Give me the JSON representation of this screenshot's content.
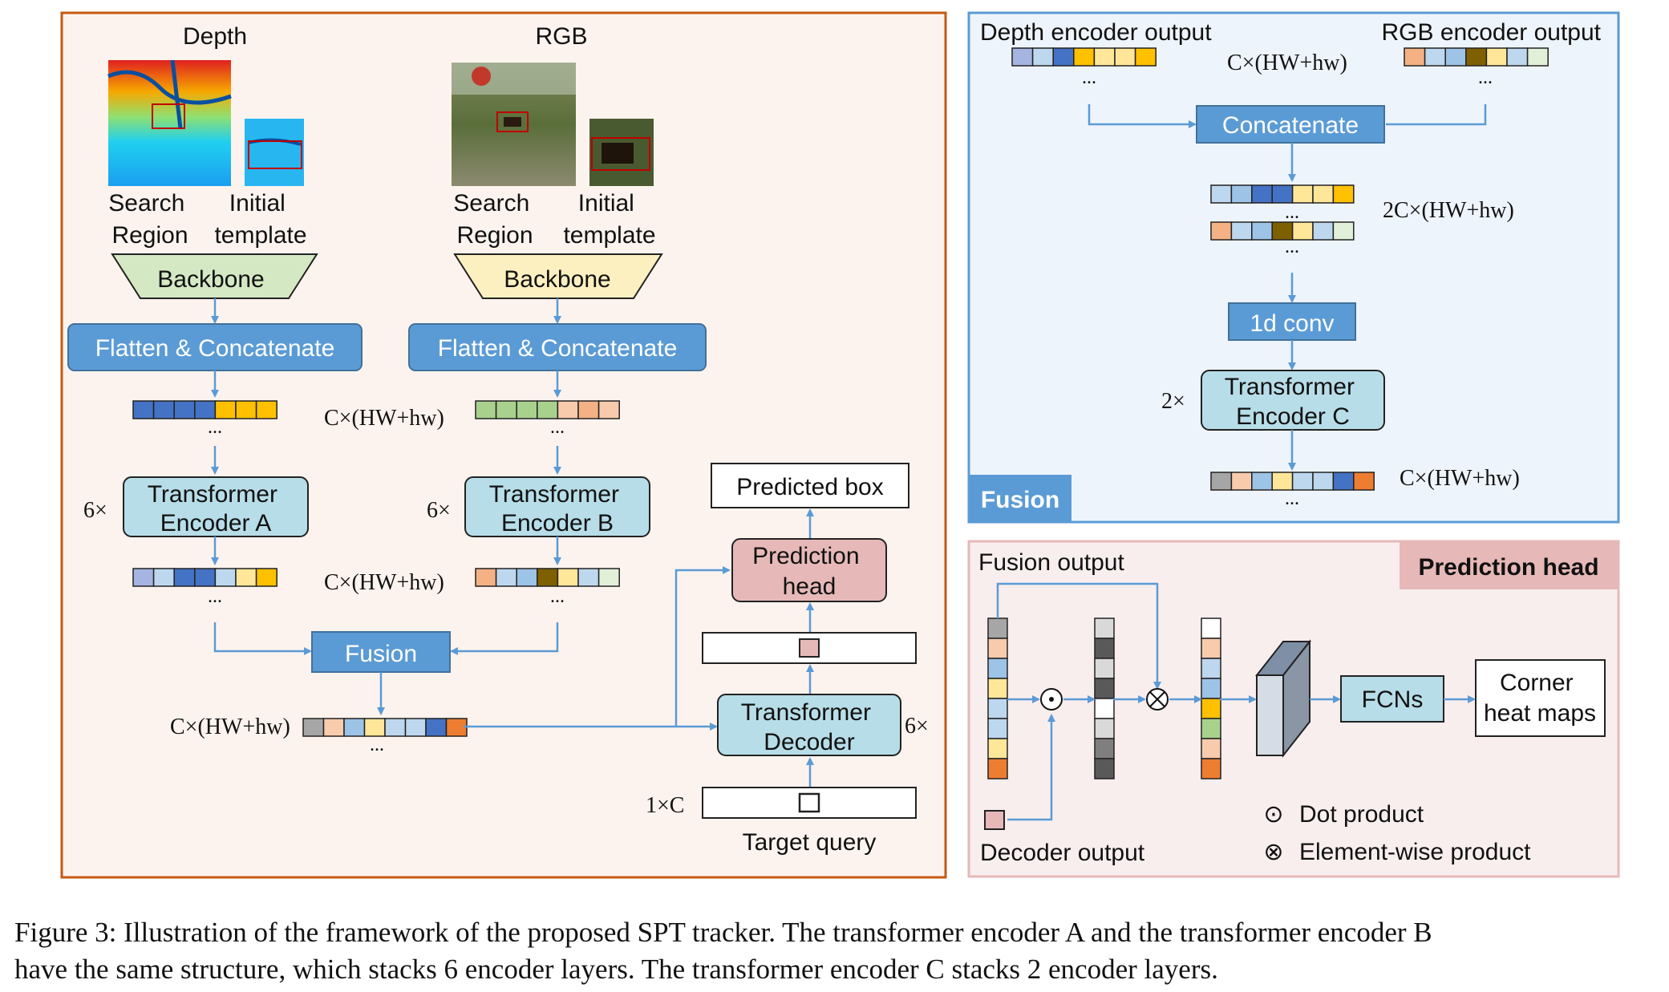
{
  "colors": {
    "blue_box": "#5b9bd5",
    "light_blue_box": "#b7dde8",
    "pink_box": "#e6b9b8",
    "arrow": "#5b9bd5",
    "main_panel_border": "#c55a11",
    "main_panel_bg": "#fdf3ee",
    "fusion_panel_border": "#5b9bd5",
    "fusion_panel_bg": "#eef4fb",
    "pred_panel_border": "#e6b9b8",
    "pred_panel_bg": "#f9eeee",
    "backbone_depth": "#d5e8c4",
    "backbone_rgb": "#fdf0c0"
  },
  "main": {
    "depth_title": "Depth",
    "rgb_title": "RGB",
    "depth_search_l1": "Search",
    "depth_search_l2": "Region",
    "depth_template_l1": "Initial",
    "depth_template_l2": "template",
    "rgb_search_l1": "Search",
    "rgb_search_l2": "Region",
    "rgb_template_l1": "Initial",
    "rgb_template_l2": "template",
    "backbone_depth": "Backbone",
    "backbone_rgb": "Backbone",
    "flatten_depth": "Flatten & Concatenate",
    "flatten_rgb": "Flatten  & Concatenate",
    "dim_depth_flat": "C×(HW+hw)",
    "dim_depth_enc": "C×(HW+hw)",
    "dim_fusion": "C×(HW+hw)",
    "enc_a_l1": "Transformer",
    "enc_a_l2": "Encoder A",
    "enc_b_l1": "Transformer",
    "enc_b_l2": "Encoder B",
    "enc_a_mult": "6×",
    "enc_b_mult": "6×",
    "fusion": "Fusion",
    "predicted_box": "Predicted box",
    "pred_head_l1": "Prediction",
    "pred_head_l2": "head",
    "decoder_l1": "Transformer",
    "decoder_l2": "Decoder",
    "decoder_mult": "6×",
    "query_dim": "1×C",
    "target_query": "Target query",
    "ellipsis": "..."
  },
  "fusion_panel": {
    "depth_out": "Depth encoder output",
    "rgb_out": "RGB encoder output",
    "dim_top": "C×(HW+hw)",
    "concatenate": "Concatenate",
    "dim_2c": "2C×(HW+hw)",
    "conv": "1d conv",
    "enc_c_l1": "Transformer",
    "enc_c_l2": "Encoder C",
    "enc_c_mult": "2×",
    "dim_out": "C×(HW+hw)",
    "label": "Fusion"
  },
  "pred_panel": {
    "title": "Prediction head",
    "fusion_output": "Fusion output",
    "decoder_output": "Decoder output",
    "fcns": "FCNs",
    "corner_l1": "Corner",
    "corner_l2": "heat maps",
    "dot_symbol": "⊙",
    "dot_label": "Dot product",
    "elem_symbol": "⊗",
    "elem_label": "Element-wise product"
  },
  "caption": {
    "line1": "Figure 3: Illustration of the framework of the proposed SPT tracker. The transformer encoder A and the transformer encoder B",
    "line2": "have the same structure, which stacks 6 encoder layers. The transformer encoder C stacks 2 encoder layers."
  }
}
